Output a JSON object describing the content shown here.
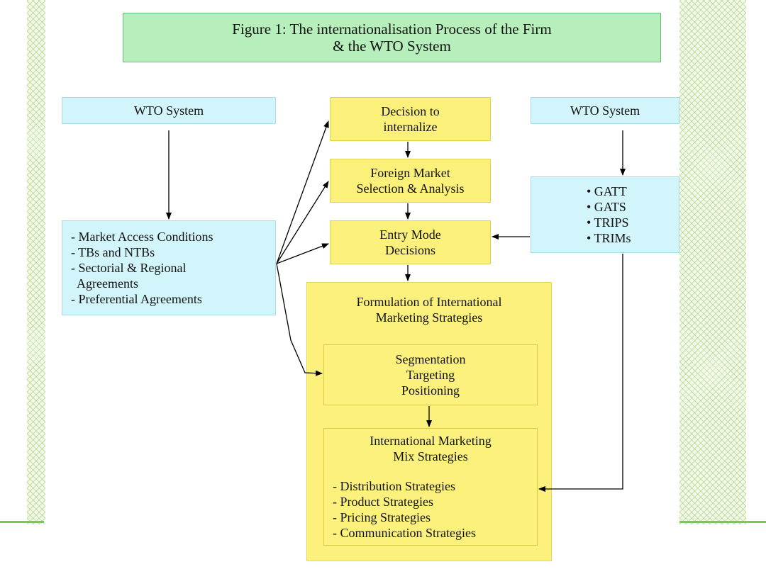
{
  "title": {
    "line1": "Figure 1: The internationalisation Process of the Firm",
    "line2": "& the WTO System"
  },
  "left_wto": {
    "header": "WTO System",
    "items": [
      "- Market Access Conditions",
      "- TBs and NTBs",
      "- Sectorial & Regional",
      "  Agreements",
      "- Preferential Agreements"
    ]
  },
  "right_wto": {
    "header": "WTO System",
    "items": [
      "• GATT",
      "• GATS",
      "• TRIPS",
      "• TRIMs"
    ]
  },
  "steps": {
    "decision": [
      "Decision to",
      "internalize"
    ],
    "foreign": [
      "Foreign Market",
      "Selection & Analysis"
    ],
    "entry": [
      "Entry Mode",
      "Decisions"
    ]
  },
  "formulation": {
    "header": [
      "Formulation of International",
      "Marketing Strategies"
    ],
    "stp": [
      "Segmentation",
      "Targeting",
      "Positioning"
    ],
    "mix": {
      "header": [
        "International Marketing",
        "Mix Strategies"
      ],
      "items": [
        "- Distribution Strategies",
        "- Product Strategies",
        "- Pricing Strategies",
        "- Communication Strategies"
      ]
    }
  }
}
